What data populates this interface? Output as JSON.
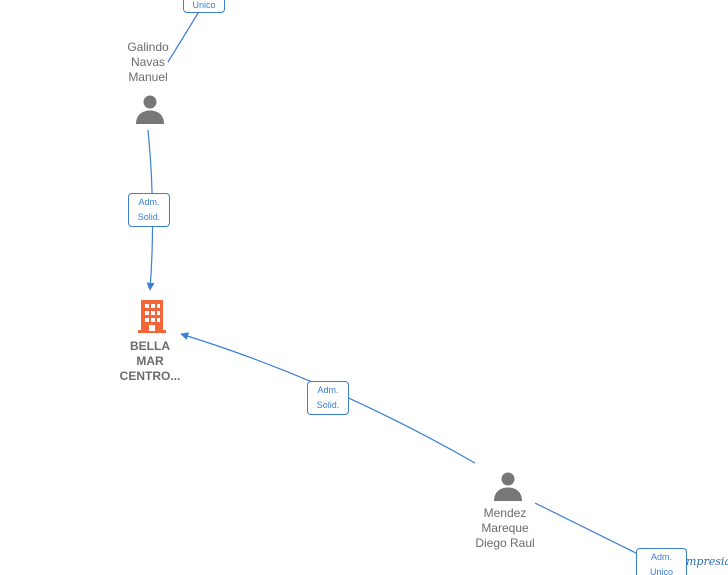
{
  "colors": {
    "edge": "#3b7fd4",
    "person_icon": "#777777",
    "company_icon": "#f4663a",
    "label_text": "#6b6b6b"
  },
  "nodes": {
    "person_galindo": {
      "lines": [
        "Galindo",
        "Navas",
        "Manuel"
      ],
      "icon": "person-icon"
    },
    "company_bella_mar": {
      "lines": [
        "BELLA",
        "MAR",
        "CENTRO..."
      ],
      "icon": "building-icon"
    },
    "person_mendez": {
      "lines": [
        "Mendez",
        "Mareque",
        "Diego Raul"
      ],
      "icon": "person-icon"
    }
  },
  "edges": {
    "top_offscreen": {
      "lines": [
        "Unico"
      ]
    },
    "galindo_to_company": {
      "lines": [
        "Adm.",
        "Solid."
      ]
    },
    "mendez_to_company": {
      "lines": [
        "Adm.",
        "Solid."
      ]
    },
    "mendez_offscreen": {
      "lines": [
        "Adm.",
        "Unico"
      ]
    }
  },
  "watermark": "mpresia"
}
